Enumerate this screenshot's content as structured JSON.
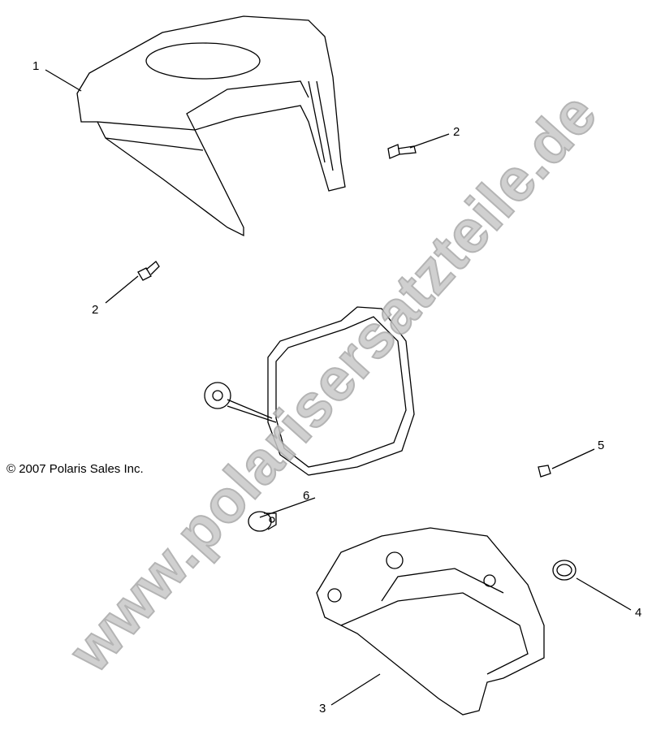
{
  "callouts": [
    {
      "id": "1",
      "label": "1"
    },
    {
      "id": "2a",
      "label": "2"
    },
    {
      "id": "2b",
      "label": "2"
    },
    {
      "id": "3",
      "label": "3"
    },
    {
      "id": "4",
      "label": "4"
    },
    {
      "id": "5",
      "label": "5"
    },
    {
      "id": "6",
      "label": "6"
    }
  ],
  "copyright": "© 2007 Polaris Sales Inc.",
  "watermark": "www.polarisersatzteile.de"
}
